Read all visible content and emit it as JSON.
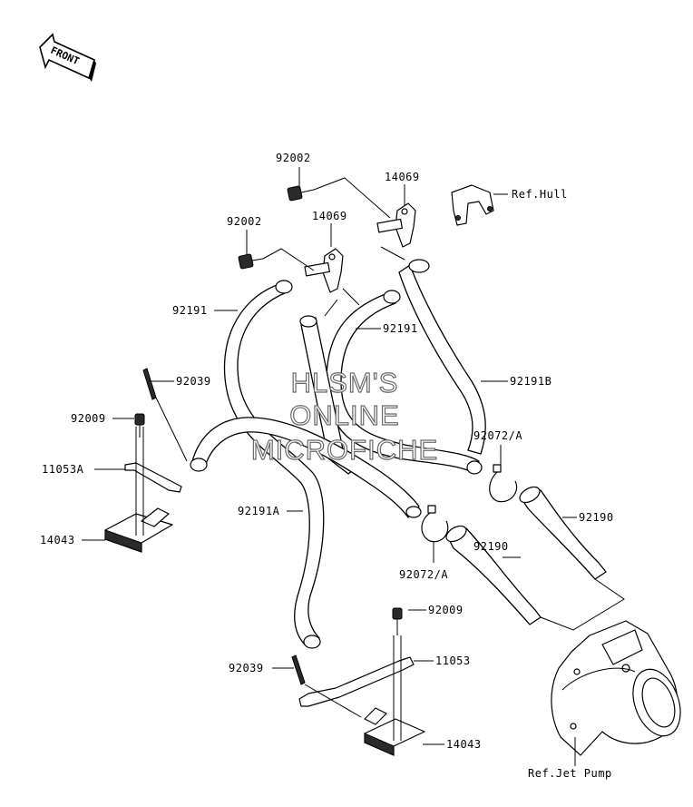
{
  "front_marker": "FRONT",
  "watermark": [
    "HLSM'S",
    "ONLINE",
    "MICROFICHE"
  ],
  "labels": {
    "p92002_upper": "92002",
    "p92002_lower": "92002",
    "p14069_upper": "14069",
    "p14069_lower": "14069",
    "ref_hull": "Ref.Hull",
    "p92191_left": "92191",
    "p92191_center": "92191",
    "p92191b": "92191B",
    "p92039_left": "92039",
    "p92009_left": "92009",
    "p11053a": "11053A",
    "p14043_left": "14043",
    "p92072a_upper": "92072/A",
    "p92191a": "92191A",
    "p92190_right": "92190",
    "p92190_left": "92190",
    "p92072a_lower": "92072/A",
    "p92009_right": "92009",
    "p11053": "11053",
    "p92039_right": "92039",
    "p14043_right": "14043",
    "ref_jet_pump": "Ref.Jet Pump"
  },
  "icons": [
    "front-arrow-icon"
  ]
}
